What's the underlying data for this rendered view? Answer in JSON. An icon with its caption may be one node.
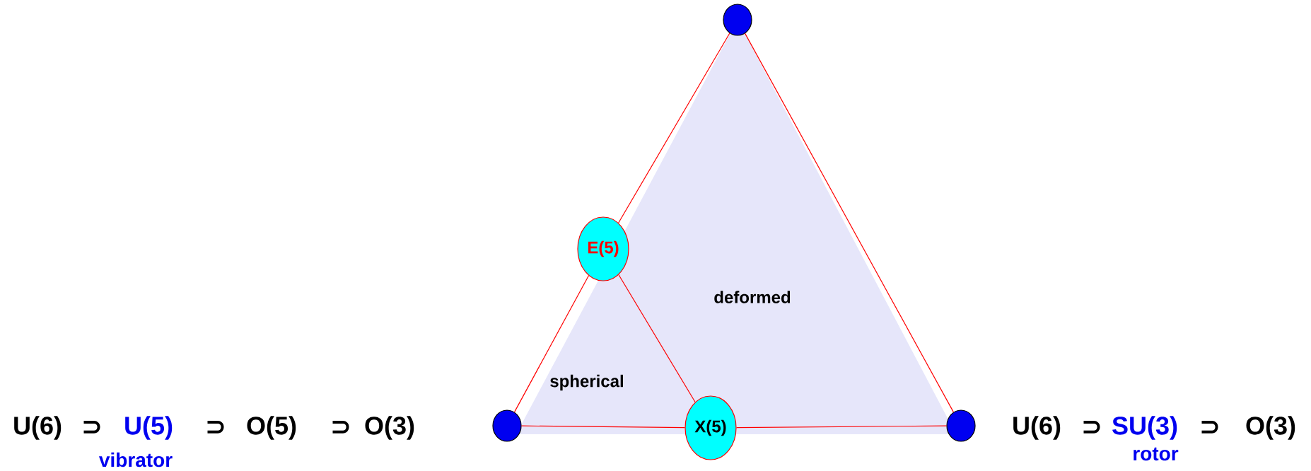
{
  "diagram": {
    "nodes": [
      {
        "text": [],
        "shape": "circle"
      },
      {
        "text": [
          "E(5)"
        ]
      },
      {
        "text": [],
        "shape": "circle"
      },
      {
        "text": [
          "X(5)"
        ]
      },
      {
        "text": [],
        "shape": "circle"
      }
    ],
    "edges": [
      {
        "from": 0,
        "to": 1,
        "arrow": "none"
      },
      {
        "from": 1,
        "to": 2,
        "arrow": "none"
      },
      {
        "from": 2,
        "to": 3,
        "arrow": "none"
      },
      {
        "from": 3,
        "to": 4,
        "arrow": "none"
      },
      {
        "from": 4,
        "to": 0,
        "arrow": "none"
      },
      {
        "from": 1,
        "to": 3,
        "arrow": "none"
      }
    ],
    "labels": [
      "deformed",
      "spherical",
      "U(6)",
      "⊃",
      "U(5)",
      "⊃",
      "O(5)",
      "⊃",
      "O(3)",
      "vibrator",
      "U(6)",
      "⊃",
      "SU(3)",
      "⊃",
      "O(3)",
      "rotor"
    ]
  }
}
